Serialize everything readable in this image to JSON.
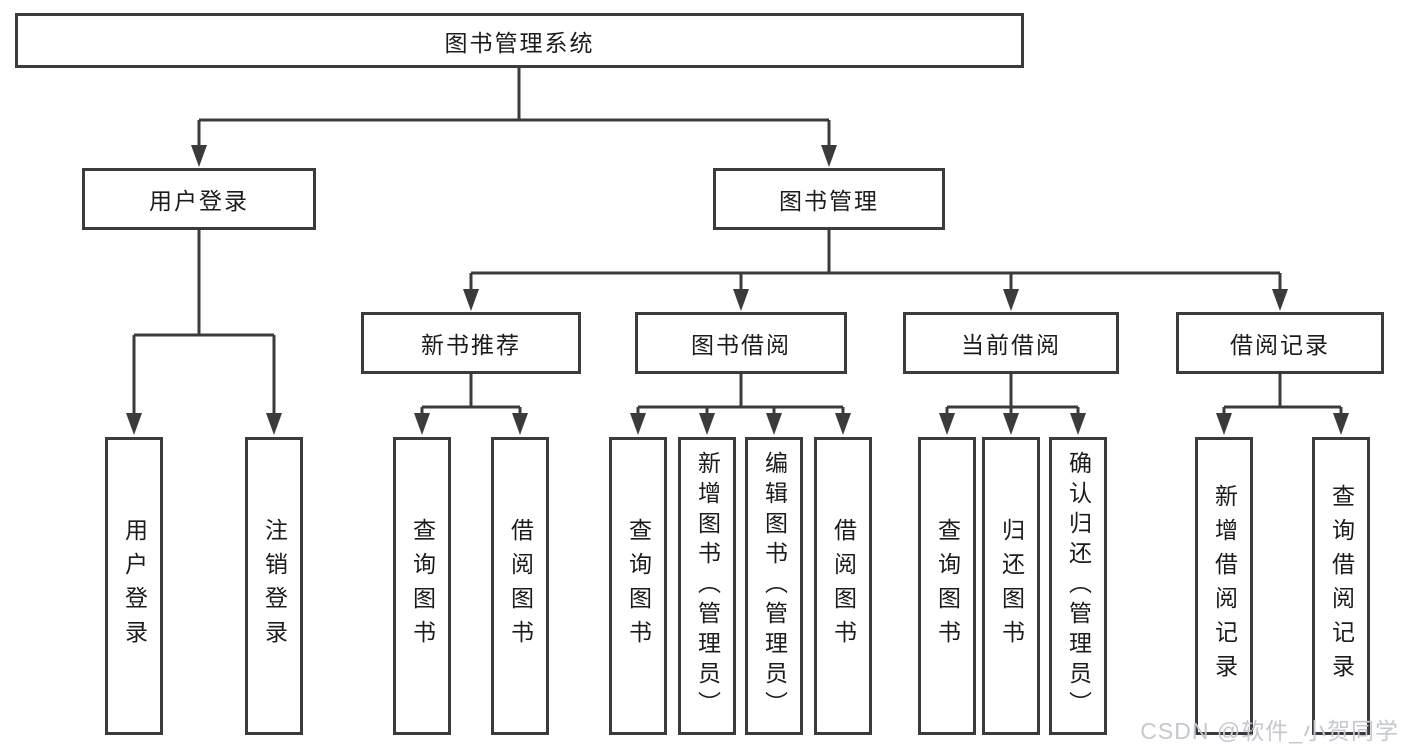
{
  "colors": {
    "line": "#3b3b3b",
    "box_border": "#3b3b3b",
    "text": "#1c1c1c",
    "watermark": "#c5c8ce",
    "background": "#ffffff"
  },
  "diagram": {
    "type": "tree",
    "root": {
      "label": "图书管理系统"
    },
    "level2": [
      {
        "label": "用户登录",
        "children": [
          "用户登录",
          "注销登录"
        ]
      },
      {
        "label": "图书管理",
        "children": [
          "新书推荐",
          "图书借阅",
          "当前借阅",
          "借阅记录"
        ]
      }
    ],
    "level3": [
      {
        "label": "新书推荐",
        "parent": "图书管理",
        "children": [
          "查询图书",
          "借阅图书"
        ]
      },
      {
        "label": "图书借阅",
        "parent": "图书管理",
        "children": [
          "查询图书",
          "新增图书（管理员）",
          "编辑图书（管理员）",
          "借阅图书"
        ]
      },
      {
        "label": "当前借阅",
        "parent": "图书管理",
        "children": [
          "查询图书",
          "归还图书",
          "确认归还（管理员）"
        ]
      },
      {
        "label": "借阅记录",
        "parent": "图书管理",
        "children": [
          "新增借阅记录",
          "查询借阅记录"
        ]
      }
    ]
  },
  "watermark": {
    "text": "CSDN @软件_小贺同学"
  }
}
